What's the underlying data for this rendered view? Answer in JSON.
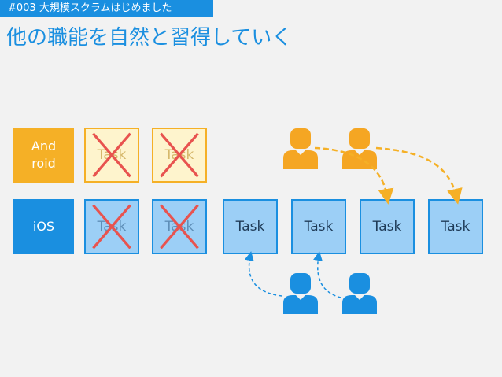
{
  "header": {
    "tag": "#003 大規模スクラムはじめました",
    "title": "他の職能を自然と習得していく"
  },
  "rows": {
    "android": {
      "label": "And\nroid",
      "color": "#f5b026"
    },
    "ios": {
      "label": "iOS",
      "color": "#1a8fe0"
    }
  },
  "tasks": {
    "android": [
      {
        "label": "Task",
        "crossed": true
      },
      {
        "label": "Task",
        "crossed": true
      }
    ],
    "ios": [
      {
        "label": "Task",
        "crossed": true
      },
      {
        "label": "Task",
        "crossed": true
      },
      {
        "label": "Task",
        "crossed": false
      },
      {
        "label": "Task",
        "crossed": false
      },
      {
        "label": "Task",
        "crossed": false
      },
      {
        "label": "Task",
        "crossed": false
      }
    ]
  },
  "people": {
    "android": {
      "count": 2,
      "color": "#f5a623"
    },
    "ios": {
      "count": 2,
      "color": "#1a8fe0"
    }
  },
  "colors": {
    "cross": "#e8534f",
    "android_arrow": "#f5b026",
    "ios_arrow": "#1a8fe0"
  }
}
